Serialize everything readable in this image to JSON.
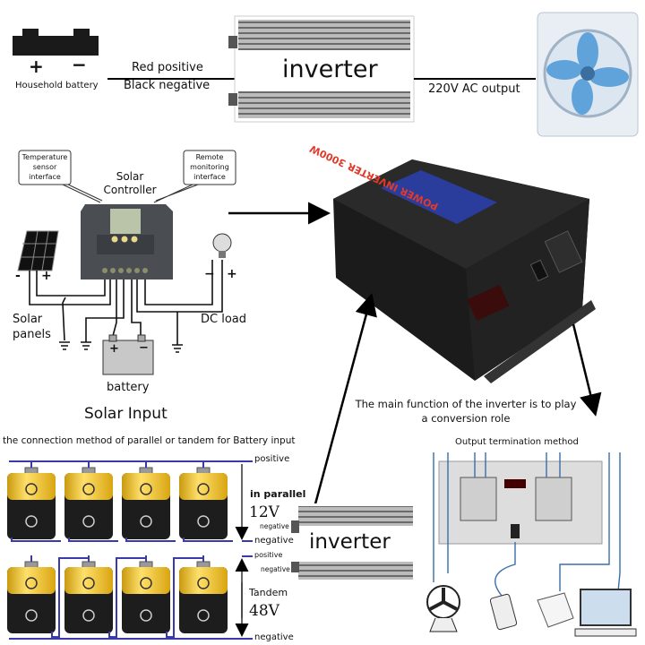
{
  "top": {
    "battery_plus": "+",
    "battery_minus": "−",
    "battery_label": "Household battery",
    "wire_label_1": "Red positive",
    "wire_label_2": "Black negative",
    "inverter_label": "inverter",
    "output_label": "220V AC output"
  },
  "solar": {
    "temp_callout": [
      "Temperature",
      "sensor",
      "interface"
    ],
    "remote_callout": [
      "Remote",
      "monitoring",
      "interface"
    ],
    "controller_label": [
      "Solar",
      "Controller"
    ],
    "panels_label": [
      "Solar",
      "panels"
    ],
    "panel_minus": "-",
    "panel_plus": "+",
    "load_minus": "−",
    "load_plus": "+",
    "dc_load": "DC load",
    "battery_label": "battery",
    "bat_plus": "+",
    "bat_minus": "−",
    "title": "Solar Input"
  },
  "center": {
    "product_text": "POWER INVERTER 3000W",
    "function_text": [
      "The main function of the inverter is to play",
      "a conversion role"
    ]
  },
  "bottom": {
    "connection_title": "the connection method of parallel or tandem for Battery input",
    "parallel": {
      "positive": "positive",
      "mode": "in parallel",
      "voltage": "12V",
      "inv_negative": "negative",
      "negative": "negative"
    },
    "tandem": {
      "positive": "positive",
      "inv_negative": "negative",
      "mode": "Tandem",
      "voltage": "48V",
      "negative": "negative"
    },
    "inverter_label": "inverter",
    "output_title": "Output termination method"
  },
  "colors": {
    "wire_blue": "#3a3aa8",
    "battery_yellow": "#f2c21a",
    "inverter_black": "#1b1b1b",
    "label_blue": "#2a3d9c",
    "label_red": "#e03a2a"
  }
}
